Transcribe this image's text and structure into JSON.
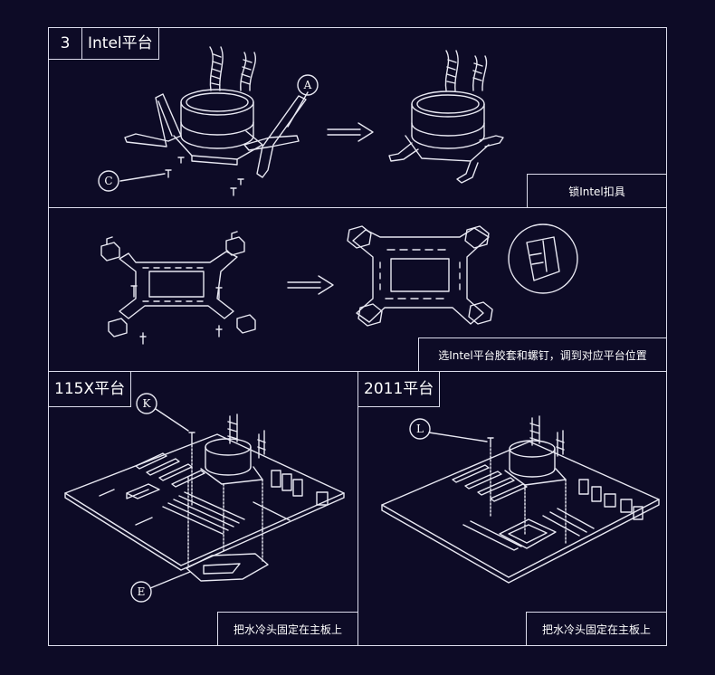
{
  "step": {
    "number": "3",
    "title": "Intel平台"
  },
  "panels": {
    "bracket": {
      "caption": "锁Intel扣具",
      "callouts": [
        "A",
        "C"
      ]
    },
    "backplate": {
      "caption": "选Intel平台胶套和螺钉，调到对应平台位置"
    },
    "p115x": {
      "title": "115X平台",
      "caption": "把水冷头固定在主板上",
      "callouts": [
        "K",
        "E"
      ]
    },
    "p2011": {
      "title": "2011平台",
      "caption": "把水冷头固定在主板上",
      "callouts": [
        "L"
      ]
    }
  },
  "colors": {
    "background": "#0d0b26",
    "line": "#dcdcec"
  }
}
